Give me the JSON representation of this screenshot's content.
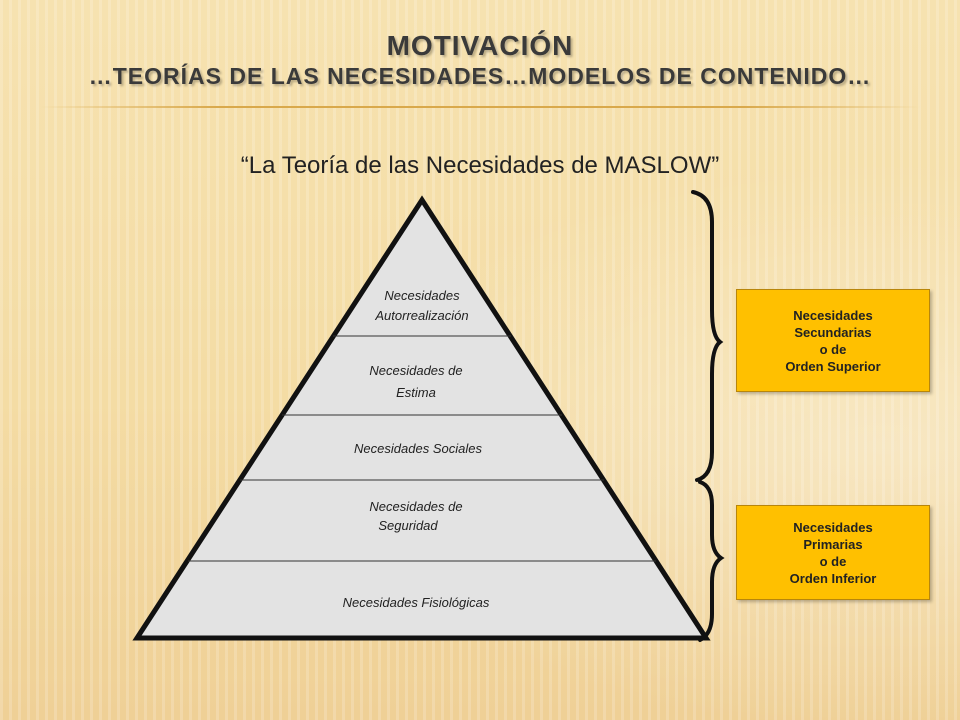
{
  "header": {
    "title_line1": "MOTIVACIÓN",
    "title_line2": "…TEORÍAS DE LAS NECESIDADES…MODELOS DE CONTENIDO…"
  },
  "subtitle": "“La Teoría de las Necesidades de MASLOW”",
  "pyramid": {
    "levels": [
      {
        "line1": "Necesidades",
        "line2": "Autorrealización"
      },
      {
        "line1": "Necesidades de",
        "line2": "Estima"
      },
      {
        "line1": "Necesidades Sociales",
        "line2": ""
      },
      {
        "line1": "Necesidades de",
        "line2": "Seguridad"
      },
      {
        "line1": "Necesidades Fisiológicas",
        "line2": ""
      }
    ]
  },
  "groups": {
    "upper": {
      "line1": "Necesidades",
      "line2": "Secundarias",
      "line3": "o de",
      "line4": "Orden Superior"
    },
    "lower": {
      "line1": "Necesidades",
      "line2": "Primarias",
      "line3": "o de",
      "line4": "Orden Inferior"
    }
  },
  "colors": {
    "box_fill": "#ffc000",
    "pyramid_fill": "#e3e3e3",
    "outline": "#111111"
  }
}
